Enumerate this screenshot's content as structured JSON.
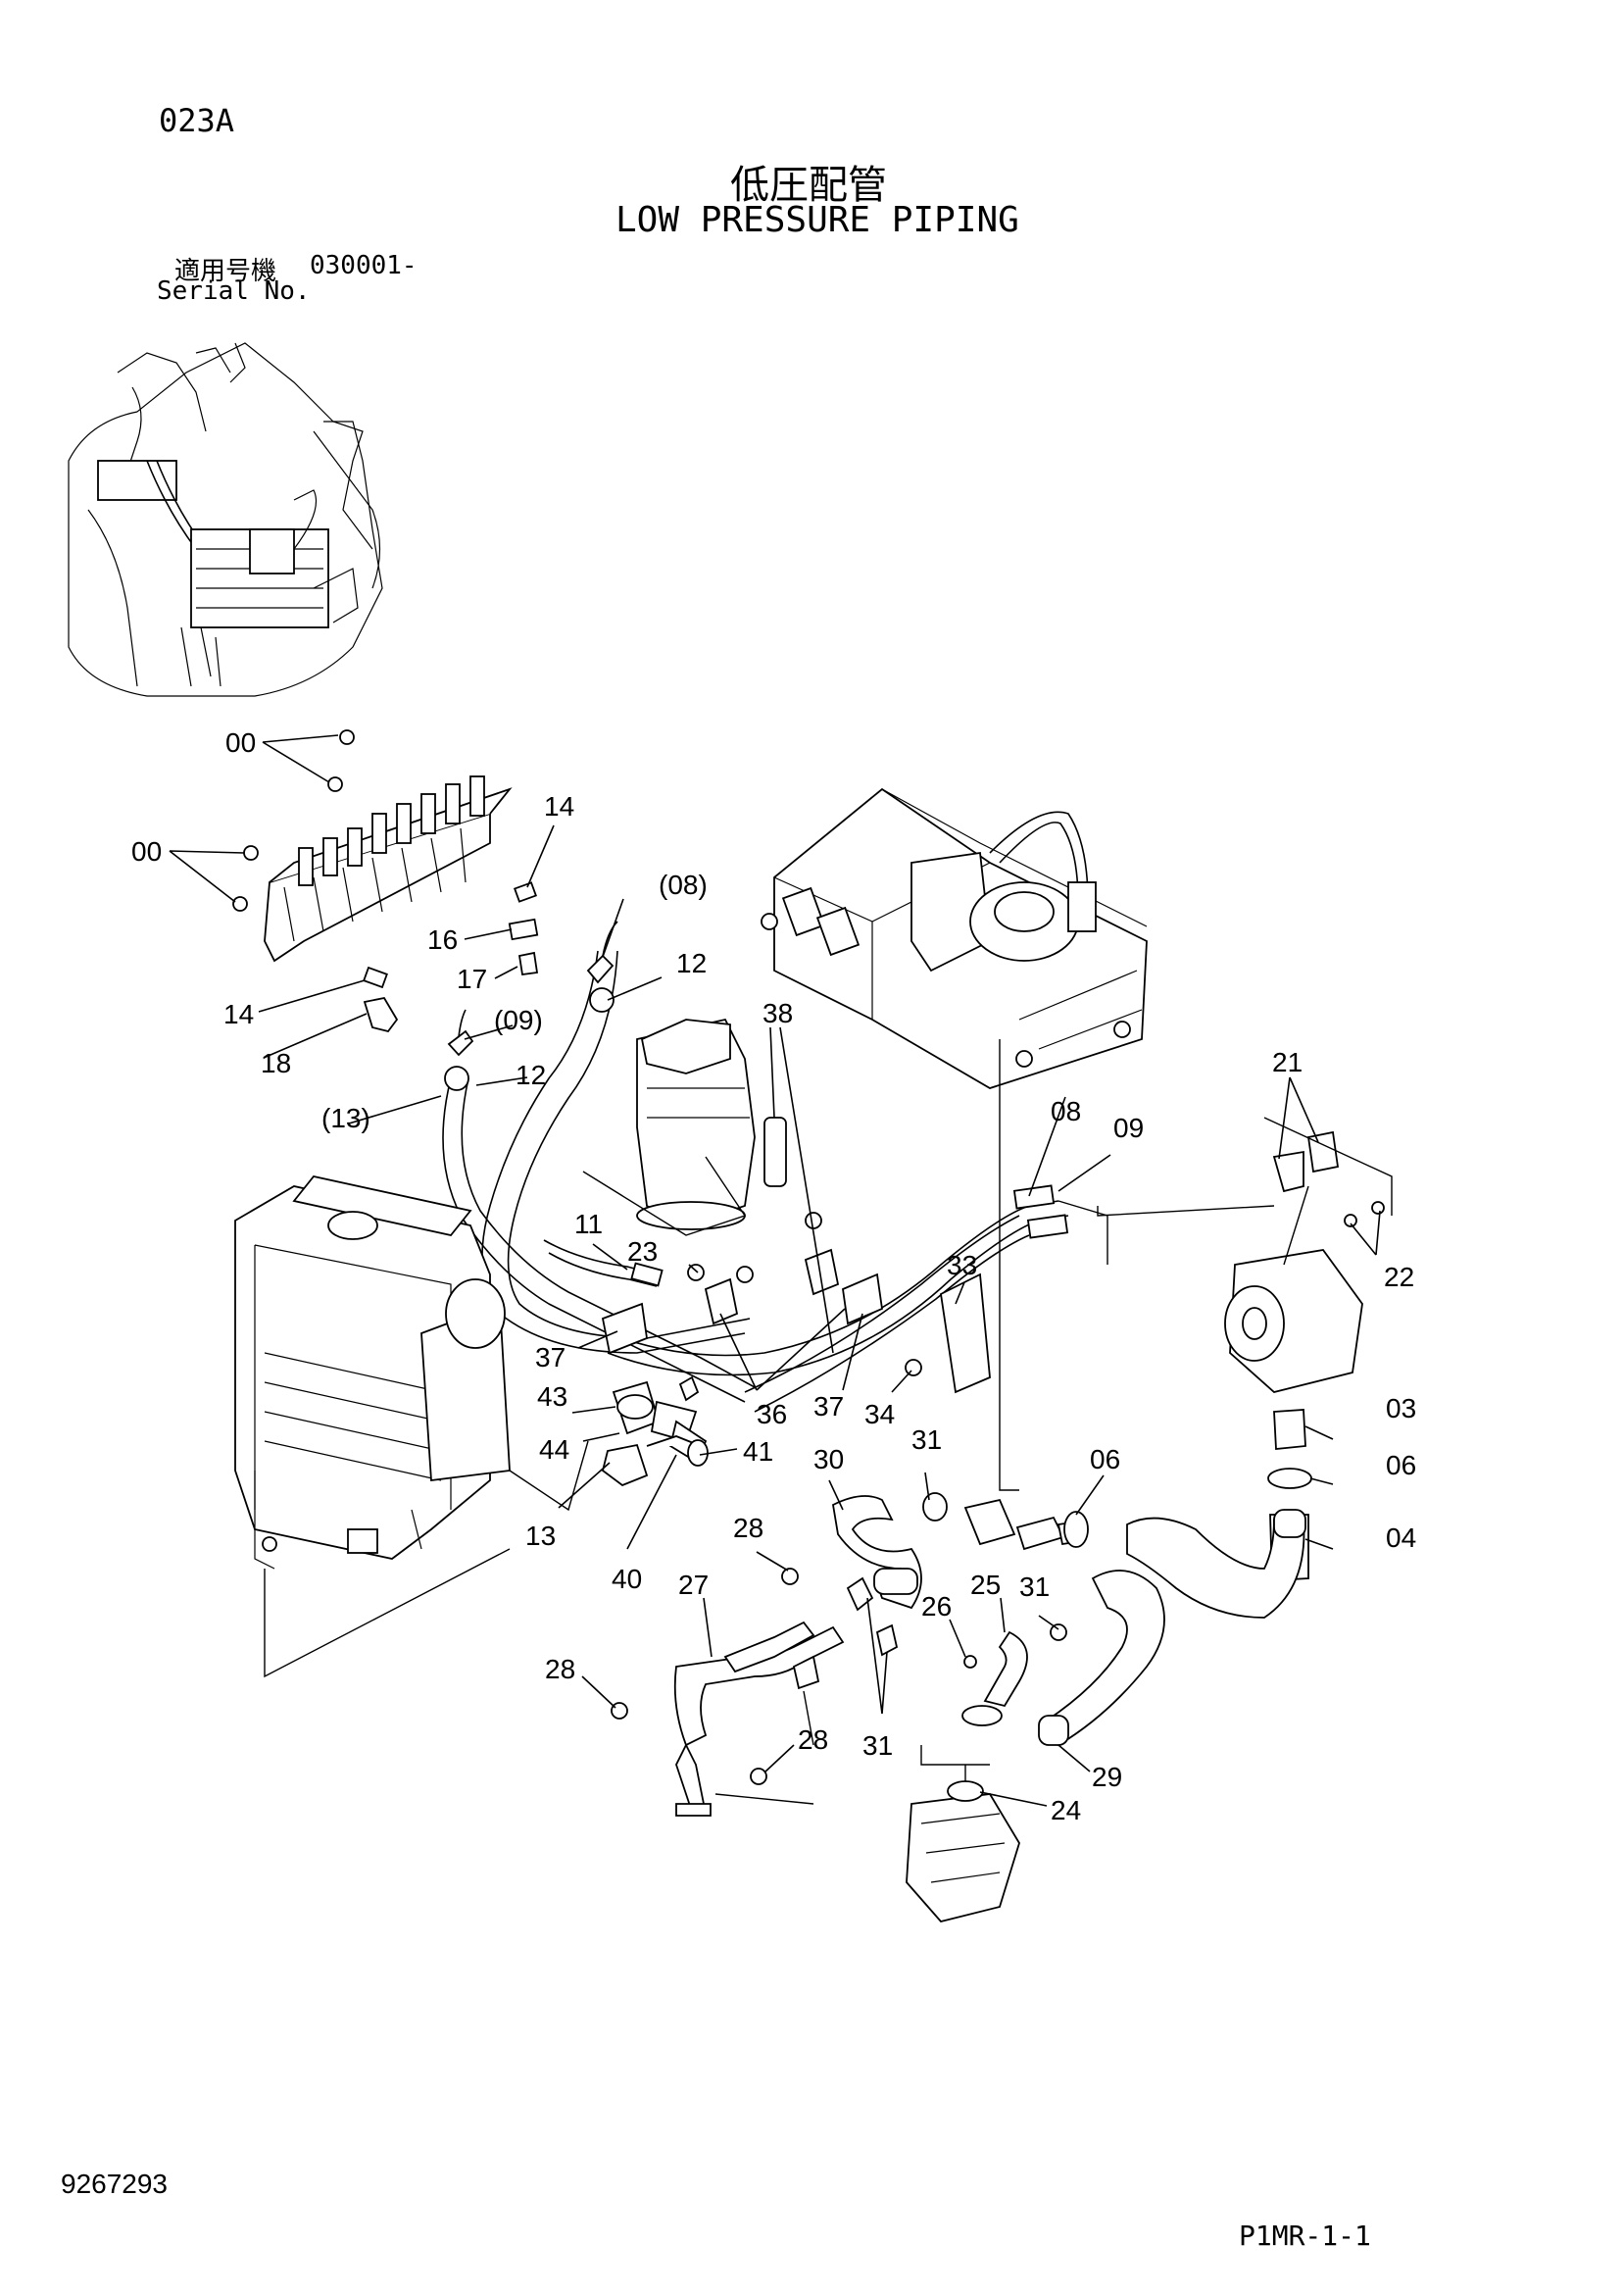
{
  "header": {
    "page_code": "023A",
    "title_jp": "低圧配管",
    "title_en": "LOW PRESSURE PIPING",
    "serial_label_jp": "適用号機",
    "serial_number": "030001-",
    "serial_label_en": "Serial No."
  },
  "callouts": [
    "00",
    "00",
    "14",
    "(08)",
    "16",
    "17",
    "12",
    "14",
    "(09)",
    "18",
    "38",
    "12",
    "(13)",
    "21",
    "08",
    "09",
    "11",
    "23",
    "22",
    "33",
    "37",
    "43",
    "36",
    "37",
    "34",
    "44",
    "41",
    "03",
    "06",
    "31",
    "30",
    "06",
    "13",
    "04",
    "40",
    "28",
    "27",
    "25",
    "26",
    "31",
    "28",
    "31",
    "29",
    "28",
    "24"
  ],
  "footer": {
    "doc_number": "9267293",
    "ref_code": "P1MR-1-1"
  }
}
